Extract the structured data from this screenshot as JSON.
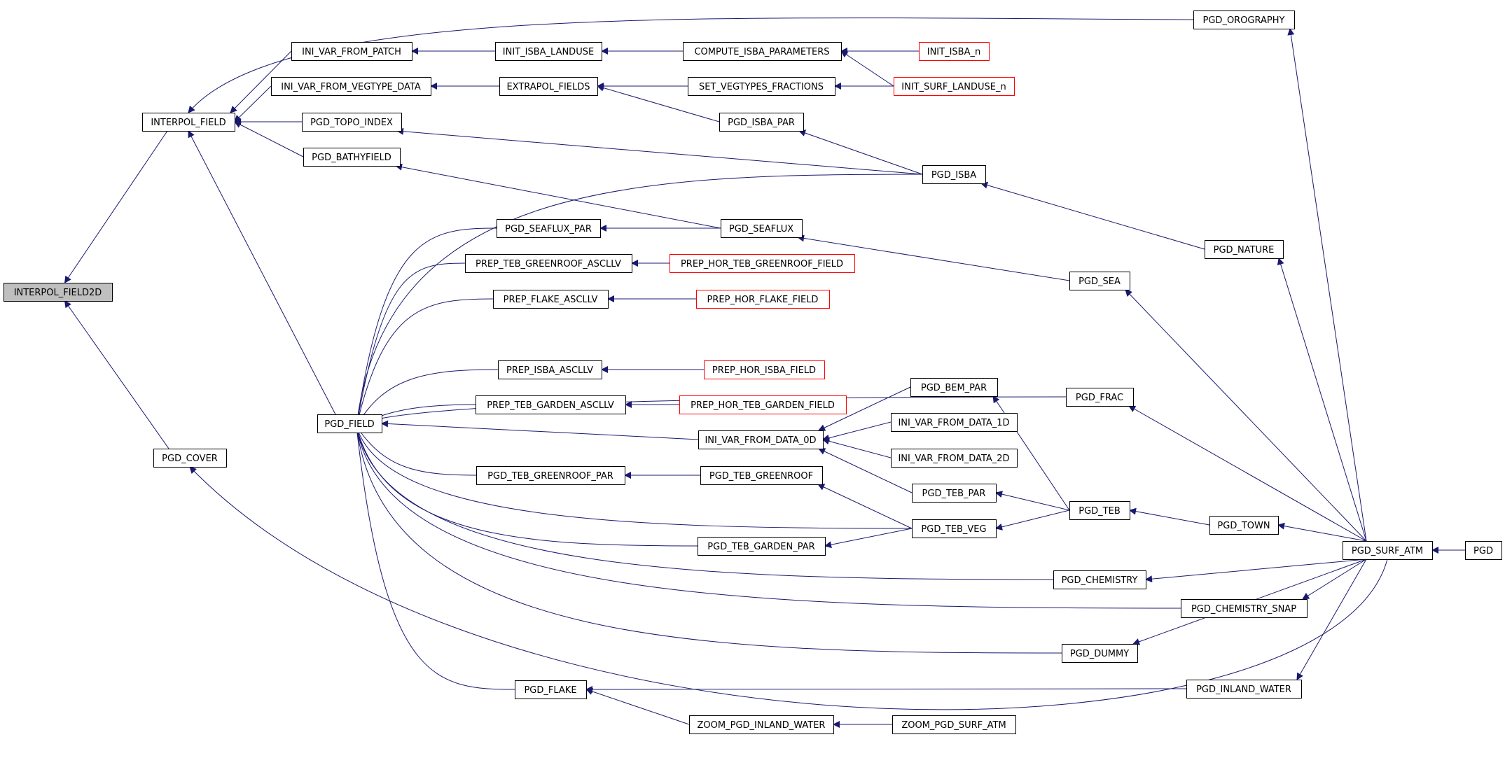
{
  "colors": {
    "edge": "#191970",
    "box_border": "#000000",
    "box_border_truncated": "#ff0000",
    "focus_fill": "#bfbfbf",
    "box_fill": "#ffffff"
  },
  "nodes": {
    "INTERPOL_FIELD2D": "INTERPOL_FIELD2D",
    "INTERPOL_FIELD": "INTERPOL_FIELD",
    "PGD_COVER": "PGD_COVER",
    "INI_VAR_FROM_PATCH": "INI_VAR_FROM_PATCH",
    "INI_VAR_FROM_VEGTYPE_DATA": "INI_VAR_FROM_VEGTYPE_DATA",
    "PGD_TOPO_INDEX": "PGD_TOPO_INDEX",
    "PGD_BATHYFIELD": "PGD_BATHYFIELD",
    "PGD_FIELD": "PGD_FIELD",
    "INIT_ISBA_LANDUSE": "INIT_ISBA_LANDUSE",
    "EXTRAPOL_FIELDS": "EXTRAPOL_FIELDS",
    "PGD_SEAFLUX_PAR": "PGD_SEAFLUX_PAR",
    "PREP_TEB_GREENROOF_ASCLLV": "PREP_TEB_GREENROOF_ASCLLV",
    "PREP_FLAKE_ASCLLV": "PREP_FLAKE_ASCLLV",
    "PREP_ISBA_ASCLLV": "PREP_ISBA_ASCLLV",
    "PREP_TEB_GARDEN_ASCLLV": "PREP_TEB_GARDEN_ASCLLV",
    "PGD_TEB_GREENROOF_PAR": "PGD_TEB_GREENROOF_PAR",
    "PGD_FLAKE": "PGD_FLAKE",
    "COMPUTE_ISBA_PARAMETERS": "COMPUTE_ISBA_PARAMETERS",
    "SET_VEGTYPES_FRACTIONS": "SET_VEGTYPES_FRACTIONS",
    "PGD_ISBA_PAR": "PGD_ISBA_PAR",
    "PGD_SEAFLUX": "PGD_SEAFLUX",
    "PREP_HOR_TEB_GREENROOF_FIELD": "PREP_HOR_TEB_GREENROOF_FIELD",
    "PREP_HOR_FLAKE_FIELD": "PREP_HOR_FLAKE_FIELD",
    "PREP_HOR_ISBA_FIELD": "PREP_HOR_ISBA_FIELD",
    "PREP_HOR_TEB_GARDEN_FIELD": "PREP_HOR_TEB_GARDEN_FIELD",
    "INI_VAR_FROM_DATA_0D": "INI_VAR_FROM_DATA_0D",
    "PGD_TEB_GREENROOF": "PGD_TEB_GREENROOF",
    "PGD_TEB_GARDEN_PAR": "PGD_TEB_GARDEN_PAR",
    "ZOOM_PGD_INLAND_WATER": "ZOOM_PGD_INLAND_WATER",
    "INIT_ISBA_n": "INIT_ISBA_n",
    "INIT_SURF_LANDUSE_n": "INIT_SURF_LANDUSE_n",
    "PGD_ISBA": "PGD_ISBA",
    "PGD_BEM_PAR": "PGD_BEM_PAR",
    "INI_VAR_FROM_DATA_1D": "INI_VAR_FROM_DATA_1D",
    "INI_VAR_FROM_DATA_2D": "INI_VAR_FROM_DATA_2D",
    "PGD_TEB_PAR": "PGD_TEB_PAR",
    "PGD_TEB_VEG": "PGD_TEB_VEG",
    "ZOOM_PGD_SURF_ATM": "ZOOM_PGD_SURF_ATM",
    "PGD_SEA": "PGD_SEA",
    "PGD_FRAC": "PGD_FRAC",
    "PGD_TEB": "PGD_TEB",
    "PGD_CHEMISTRY": "PGD_CHEMISTRY",
    "PGD_DUMMY": "PGD_DUMMY",
    "PGD_OROGRAPHY": "PGD_OROGRAPHY",
    "PGD_NATURE": "PGD_NATURE",
    "PGD_TOWN": "PGD_TOWN",
    "PGD_CHEMISTRY_SNAP": "PGD_CHEMISTRY_SNAP",
    "PGD_INLAND_WATER": "PGD_INLAND_WATER",
    "PGD_SURF_ATM": "PGD_SURF_ATM",
    "PGD": "PGD"
  }
}
